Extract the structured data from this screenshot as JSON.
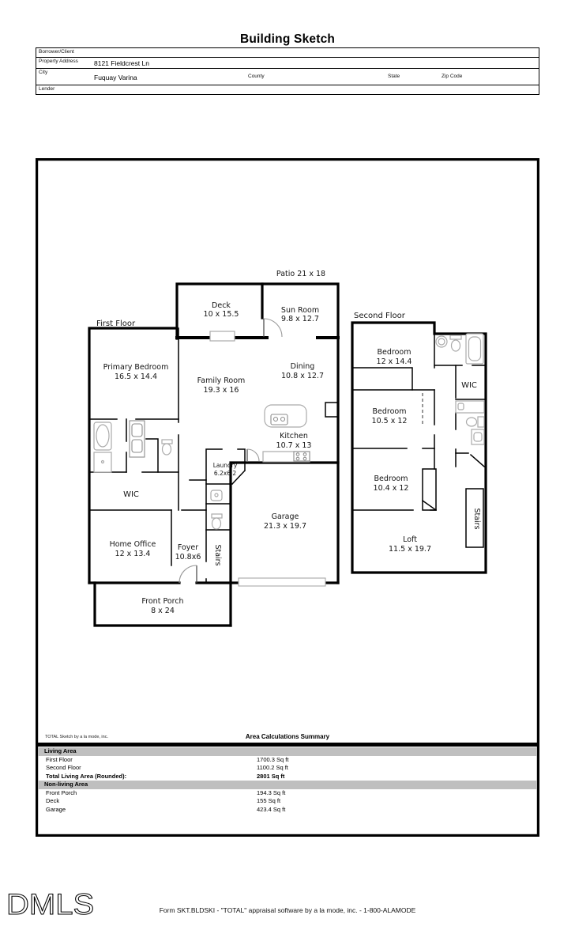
{
  "header": {
    "title": "Building Sketch"
  },
  "form_table": {
    "borrower_label": "Borrower/Client",
    "property_label": "Property Address",
    "property_value": "8121 Fieldcrest Ln",
    "city_label": "City",
    "city_value": "Fuquay Varina",
    "county_label": "County",
    "state_label": "State",
    "zip_label": "Zip Code",
    "lender_label": "Lender"
  },
  "sketch": {
    "first_floor_label": "First Floor",
    "second_floor_label": "Second Floor",
    "patio_label": "Patio 21 x 18",
    "rooms": {
      "deck": {
        "name": "Deck",
        "dims": "10 x 15.5"
      },
      "sun_room": {
        "name": "Sun Room",
        "dims": "9.8 x 12.7"
      },
      "primary_bedroom": {
        "name": "Primary Bedroom",
        "dims": "16.5 x 14.4"
      },
      "family_room": {
        "name": "Family Room",
        "dims": "19.3 x 16"
      },
      "dining": {
        "name": "Dining",
        "dims": "10.8 x 12.7"
      },
      "kitchen": {
        "name": "Kitchen",
        "dims": "10.7 x 13"
      },
      "laundry": {
        "name": "Laundry",
        "dims": "6.2x6.2"
      },
      "wic_first": {
        "name": "WIC"
      },
      "home_office": {
        "name": "Home Office",
        "dims": "12 x 13.4"
      },
      "foyer": {
        "name": "Foyer",
        "dims": "10.8x6"
      },
      "stairs_first": {
        "name": "Stairs"
      },
      "garage": {
        "name": "Garage",
        "dims": "21.3 x 19.7"
      },
      "front_porch": {
        "name": "Front Porch",
        "dims": "8 x 24"
      },
      "bedroom_upper": {
        "name": "Bedroom",
        "dims": "12 x 14.4"
      },
      "wic_second": {
        "name": "WIC"
      },
      "bedroom_mid": {
        "name": "Bedroom",
        "dims": "10.5 x 12"
      },
      "bedroom_lower": {
        "name": "Bedroom",
        "dims": "10.4 x 12"
      },
      "loft": {
        "name": "Loft",
        "dims": "11.5 x 19.7"
      },
      "stairs_second": {
        "name": "Stairs"
      }
    }
  },
  "summary": {
    "attribution": "TOTAL Sketch by a la mode, inc.",
    "title": "Area Calculations Summary",
    "living_header": "Living Area",
    "living_rows": [
      {
        "label": "First Floor",
        "value": "1700.3 Sq ft"
      },
      {
        "label": "Second Floor",
        "value": "1100.2 Sq ft"
      }
    ],
    "total_row": {
      "label": "Total Living Area (Rounded):",
      "value": "2801 Sq ft"
    },
    "nonliving_header": "Non-living Area",
    "nonliving_rows": [
      {
        "label": "Front Porch",
        "value": "194.3 Sq ft"
      },
      {
        "label": "Deck",
        "value": "155 Sq ft"
      },
      {
        "label": "Garage",
        "value": "423.4 Sq ft"
      }
    ]
  },
  "footer": {
    "logo": "DMLS",
    "form_line": "Form SKT.BLDSKI - \"TOTAL\" appraisal software by a la mode, inc. - 1-800-ALAMODE"
  }
}
